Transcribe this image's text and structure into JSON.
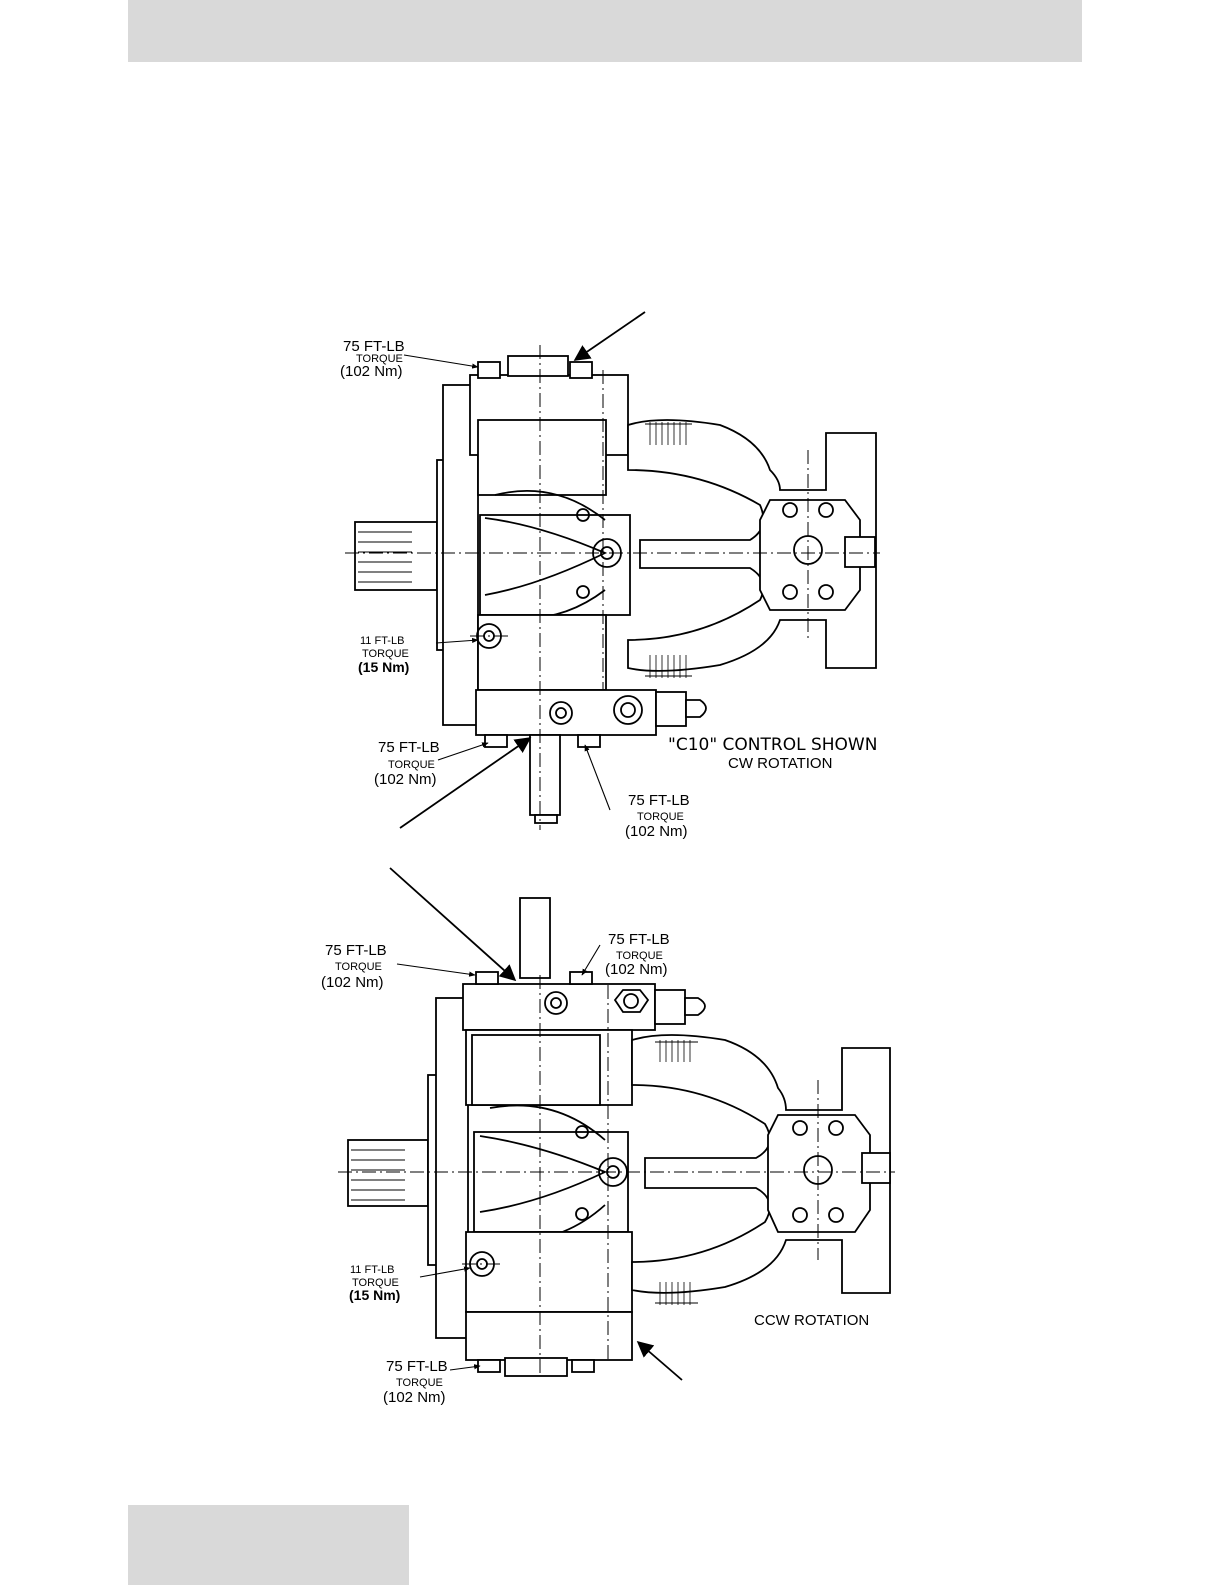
{
  "top_view": {
    "bolt_top": {
      "torque": "75 FT-LB",
      "word": "TORQUE",
      "metric": "(102 Nm)"
    },
    "side_screw": {
      "torque": "11 FT-LB",
      "word": "TORQUE",
      "metric": "(15 Nm)"
    },
    "bolt_bottom_left": {
      "torque": "75 FT-LB",
      "word": "TORQUE",
      "metric": "(102 Nm)"
    },
    "bolt_bottom_right": {
      "torque": "75 FT-LB",
      "word": "TORQUE",
      "metric": "(102 Nm)"
    },
    "control_note": "\"C10\" CONTROL SHOWN",
    "rotation": "CW ROTATION"
  },
  "bottom_view": {
    "bolt_top_left": {
      "torque": "75 FT-LB",
      "word": "TORQUE",
      "metric": "(102 Nm)"
    },
    "bolt_top_right": {
      "torque": "75 FT-LB",
      "word": "TORQUE",
      "metric": "(102 Nm)"
    },
    "side_screw": {
      "torque": "11 FT-LB",
      "word": "TORQUE",
      "metric": "(15 Nm)"
    },
    "bolt_bottom": {
      "torque": "75 FT-LB",
      "word": "TORQUE",
      "metric": "(102 Nm)"
    },
    "rotation": "CCW ROTATION"
  }
}
